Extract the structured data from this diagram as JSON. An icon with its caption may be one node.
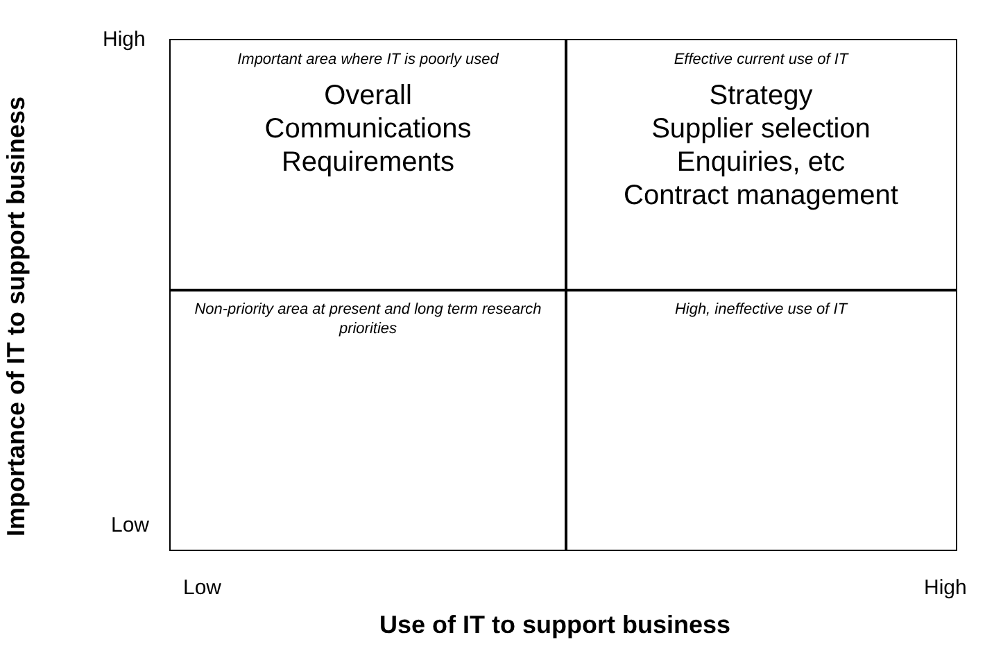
{
  "diagram": {
    "nodes": [
      {
        "text": [
          "Important area where IT is poorly used",
          "Overall",
          "Communications",
          "Requirements"
        ]
      },
      {
        "text": [
          "Effective current use of IT",
          "Strategy",
          "Supplier selection",
          "Enquiries, etc",
          "Contract management"
        ]
      },
      {
        "text": [
          "Non-priority area at present and long term research priorities"
        ]
      },
      {
        "text": [
          "High, ineffective use of IT"
        ]
      }
    ],
    "labels": [
      "High",
      "Low",
      "Low",
      "High",
      "Importance of IT to support business",
      "Use of IT to support business"
    ]
  }
}
